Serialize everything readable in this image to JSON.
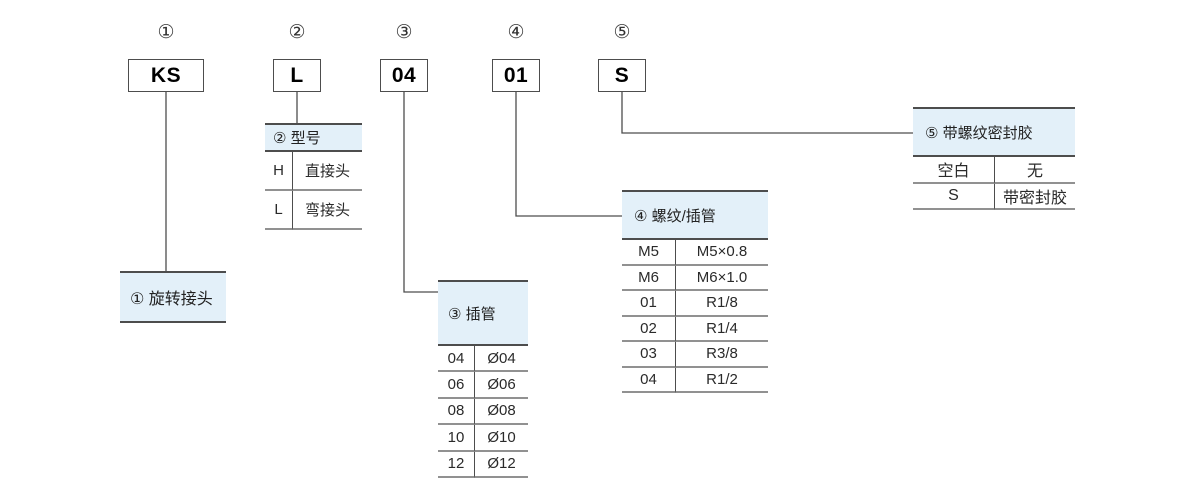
{
  "diagram": {
    "title_semantic": "product-order-code-breakdown",
    "colors": {
      "header_bg": "#e3f0f9",
      "border_dark": "#4d4d4d",
      "divider_gray": "#919191",
      "text": "#222222"
    },
    "boxes": [
      {
        "num": "①",
        "code": "KS"
      },
      {
        "num": "②",
        "code": "L"
      },
      {
        "num": "③",
        "code": "04"
      },
      {
        "num": "④",
        "code": "01"
      },
      {
        "num": "⑤",
        "code": "S"
      }
    ],
    "label1": {
      "text": "① 旋转接头"
    },
    "tables": [
      {
        "title": "② 型号",
        "rows": [
          [
            "H",
            "直接头"
          ],
          [
            "L",
            "弯接头"
          ]
        ]
      },
      {
        "title": "③ 插管",
        "rows": [
          [
            "04",
            "Ø04"
          ],
          [
            "06",
            "Ø06"
          ],
          [
            "08",
            "Ø08"
          ],
          [
            "10",
            "Ø10"
          ],
          [
            "12",
            "Ø12"
          ]
        ]
      },
      {
        "title": "④ 螺纹/插管",
        "rows": [
          [
            "M5",
            "M5×0.8"
          ],
          [
            "M6",
            "M6×1.0"
          ],
          [
            "01",
            "R1/8"
          ],
          [
            "02",
            "R1/4"
          ],
          [
            "03",
            "R3/8"
          ],
          [
            "04",
            "R1/2"
          ]
        ]
      },
      {
        "title": "⑤ 带螺纹密封胶",
        "rows": [
          [
            "空白",
            "无"
          ],
          [
            "S",
            "带密封胶"
          ]
        ]
      }
    ]
  }
}
